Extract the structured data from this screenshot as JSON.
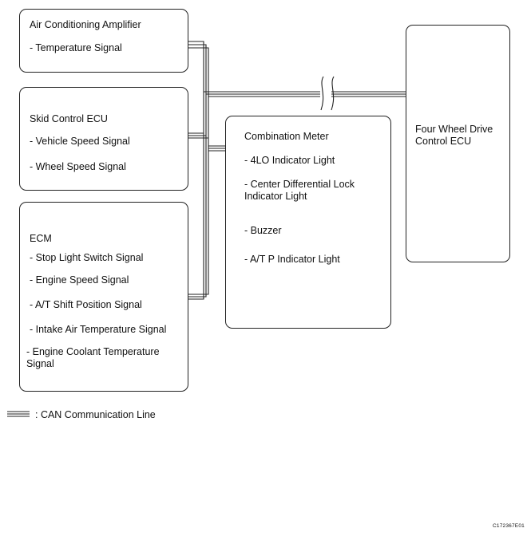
{
  "boxes": {
    "ac_amplifier": {
      "title": "Air Conditioning Amplifier",
      "items": [
        "- Temperature Signal"
      ]
    },
    "skid_control": {
      "title": "Skid Control ECU",
      "items": [
        "- Vehicle Speed Signal",
        "- Wheel Speed Signal"
      ]
    },
    "ecm": {
      "title": "ECM",
      "items": [
        "- Stop Light Switch Signal",
        "- Engine Speed Signal",
        "- A/T Shift Position Signal",
        "- Intake Air Temperature Signal",
        "- Engine Coolant Temperature\nSignal"
      ]
    },
    "combination_meter": {
      "title": "Combination Meter",
      "items": [
        "- 4LO Indicator Light",
        "- Center Differential Lock\nIndicator Light",
        "- Buzzer",
        "- A/T P Indicator Light"
      ]
    },
    "four_wheel_drive": {
      "title": "Four Wheel Drive\nControl ECU"
    }
  },
  "legend": {
    "label": ": CAN Communication Line"
  },
  "figure_code": "C172367E01"
}
